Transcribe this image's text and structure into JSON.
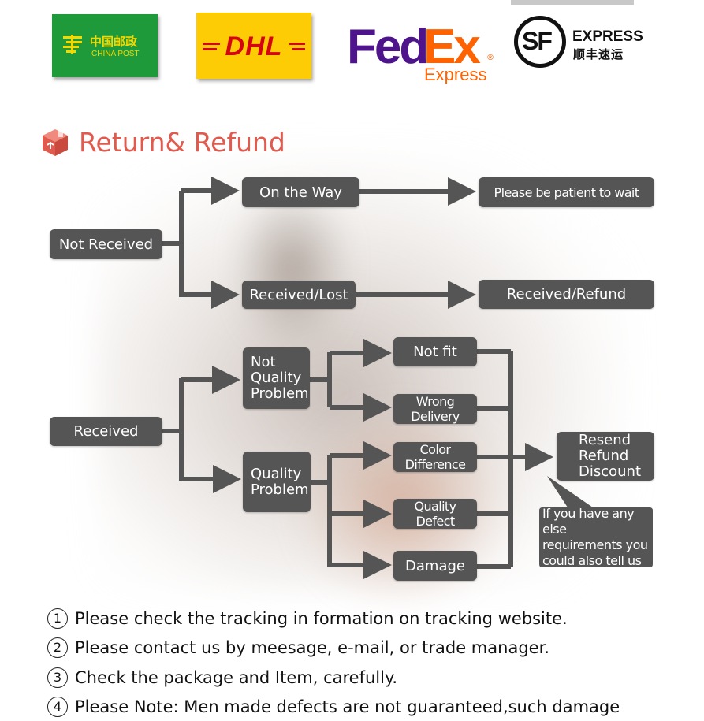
{
  "logos": {
    "china_post": {
      "cn": "中国邮政",
      "en": "CHINA POST",
      "bg": "#1f9a3a",
      "fg": "#f4d800",
      "icon": "china-post-emblem-icon"
    },
    "dhl": {
      "text": "DHL",
      "bg": "#fdcc04",
      "fg": "#d40511"
    },
    "fedex": {
      "fed": "Fed",
      "ex": "Ex",
      "registered": "®",
      "sub": "Express",
      "purple": "#4d148c",
      "orange": "#ff6200"
    },
    "sf": {
      "letters": "SF",
      "express": "EXPRESS",
      "cn": "顺丰速运",
      "icon": "sf-circle-icon"
    }
  },
  "section": {
    "title": "Return& Refund",
    "icon": "box-icon",
    "color": "#e05a4e"
  },
  "flow": {
    "node_color": "#555555",
    "not_received": "Not Received",
    "on_the_way": "On the Way",
    "patient": "Please be patient to wait",
    "received_lost": "Received/Lost",
    "received_refund": "Received/Refund",
    "received": "Received",
    "not_quality_problem": "Not\nQuality\nProblem",
    "quality_problem": "Quality\nProblem",
    "not_fit": "Not fit",
    "wrong_delivery": "Wrong Delivery",
    "color_difference": "Color Difference",
    "quality_defect": "Quality Defect",
    "damage": "Damage",
    "resolution": "Resend\nRefund\nDiscount",
    "bubble": "If you have any else\nrequirements you\ncould also tell us"
  },
  "notes": [
    {
      "num": "1",
      "text": "Please check the tracking in formation on tracking website."
    },
    {
      "num": "2",
      "text": "Please contact us by meesage, e-mail, or trade manager."
    },
    {
      "num": "3",
      "text": "Check the package and Item, carefully."
    },
    {
      "num": "4",
      "text": "Please Note: Men made defects  are not guaranteed,such damage"
    }
  ]
}
